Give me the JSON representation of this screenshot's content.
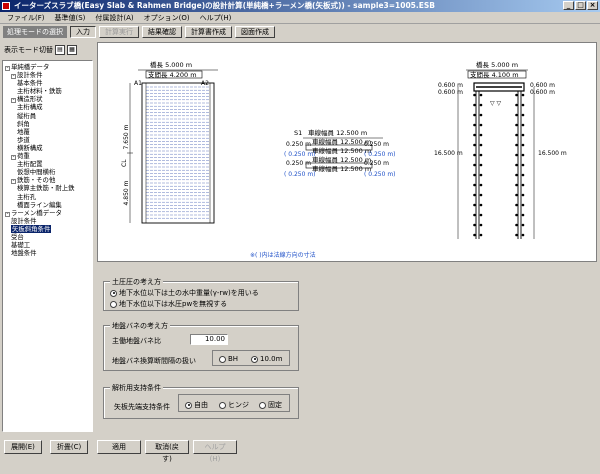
{
  "window": {
    "title": "イーターズスラブ橋(Easy Slab & Rahmen Bridge)の設計計算(単純橋+ラーメン橋(矢板式)) - sample3=1005.ESB"
  },
  "menu": [
    "ファイル(F)",
    "基準値(S)",
    "付属設計(A)",
    "オプション(O)",
    "ヘルプ(H)"
  ],
  "toolbar": {
    "mode_label": "処理モードの選択",
    "buttons": [
      {
        "label": "入力",
        "state": "pressed"
      },
      {
        "label": "計算実行",
        "state": "disabled"
      },
      {
        "label": "結果確認",
        "state": "normal"
      },
      {
        "label": "計算書作成",
        "state": "normal"
      },
      {
        "label": "図面作成",
        "state": "normal"
      }
    ]
  },
  "left_panel": {
    "mode_switch_label": "表示モード切替",
    "tree": [
      {
        "text": "単純橋データ",
        "level": 0,
        "exp": "-"
      },
      {
        "text": "設計条件",
        "level": 1,
        "exp": "-"
      },
      {
        "text": "基本条件",
        "level": 2
      },
      {
        "text": "主桁材料・鉄筋",
        "level": 2
      },
      {
        "text": "構造形状",
        "level": 1,
        "exp": "-"
      },
      {
        "text": "主桁構成",
        "level": 2
      },
      {
        "text": "縦桁員",
        "level": 2
      },
      {
        "text": "斜角",
        "level": 2
      },
      {
        "text": "地覆",
        "level": 2
      },
      {
        "text": "歩道",
        "level": 2
      },
      {
        "text": "横断構成",
        "level": 2
      },
      {
        "text": "荷重",
        "level": 1,
        "exp": "-"
      },
      {
        "text": "主桁配置",
        "level": 2
      },
      {
        "text": "仮想中間横桁",
        "level": 2
      },
      {
        "text": "鉄筋・その他",
        "level": 1,
        "exp": "-"
      },
      {
        "text": "検算主鉄筋・耐上鉄",
        "level": 2
      },
      {
        "text": "主桁孔",
        "level": 2
      },
      {
        "text": "橋面ライン編集",
        "level": 2
      },
      {
        "text": "ラーメン橋データ",
        "level": 0,
        "exp": "-"
      },
      {
        "text": "設計条件",
        "level": 1
      },
      {
        "text": "矢板斜角条件",
        "level": 1,
        "selected": true
      },
      {
        "text": "受台",
        "level": 1
      },
      {
        "text": "基礎工",
        "level": 1
      },
      {
        "text": "地盤条件",
        "level": 1
      }
    ],
    "expand_button": "展開(E)",
    "collapse_button": "折畳(C)"
  },
  "drawing": {
    "plan": {
      "bridge_length": "橋長  5.000 m",
      "span_length": "支間長  4.200 m",
      "a1": "A1",
      "a2": "A2",
      "dim_upper": "7.650 m",
      "dim_lower": "4.850 m",
      "centerline": "CL"
    },
    "section": {
      "s1_label": "S1",
      "width_1": "車線幅員  12.500 m",
      "width_2": "車線幅員  12.500 m",
      "width_3": "車線幅員  12.500 m",
      "width_4": "車線幅員  12.500 m",
      "width_5": "車線幅員  12.500 m",
      "dim_l1": "0.250 m",
      "dim_l2": "0.250 m",
      "dim_r1": "0.250 m",
      "dim_r2": "0.250 m",
      "paren_left": "( 0.250 m)",
      "paren_right": "( 0.250 m)",
      "paren_left2": "( 0.250 m)",
      "paren_right2": "( 0.250 m)",
      "note": "※( )内は法線方向の寸法"
    },
    "side": {
      "bridge_length": "橋長  5.000 m",
      "span_length": "支間長  4.100 m",
      "top_left_1": "0.600 m",
      "top_left_2": "0.600 m",
      "top_right_1": "0.600 m",
      "top_right_2": "0.600 m",
      "pile_length_left": "16.500 m",
      "pile_length_right": "16.500 m"
    }
  },
  "props": {
    "earth_pressure": {
      "title": "土圧圧の考え方",
      "opt1": "地下水位以下は土の水中重量(γ-rw)を用いる",
      "opt2": "地下水位以下は水圧pwを無視する",
      "selected": 0
    },
    "ground_spring": {
      "title": "地盤バネの考え方",
      "ratio_label": "主働地盤バネ比",
      "ratio_value": "10.00",
      "interval_label": "地盤バネ換算断間隔の扱い",
      "opt_bh": "BH",
      "opt_100": "10.0m",
      "selected": 1
    },
    "analysis": {
      "title": "解析用支持条件",
      "support_label": "矢板先端支持条件",
      "opt_free": "自由",
      "opt_hinge": "ヒンジ",
      "opt_fixed": "固定",
      "selected": 0
    }
  },
  "bottom_buttons": {
    "apply": "適用",
    "cancel": "取消(戻す)",
    "help": "ヘルプ(H)"
  }
}
